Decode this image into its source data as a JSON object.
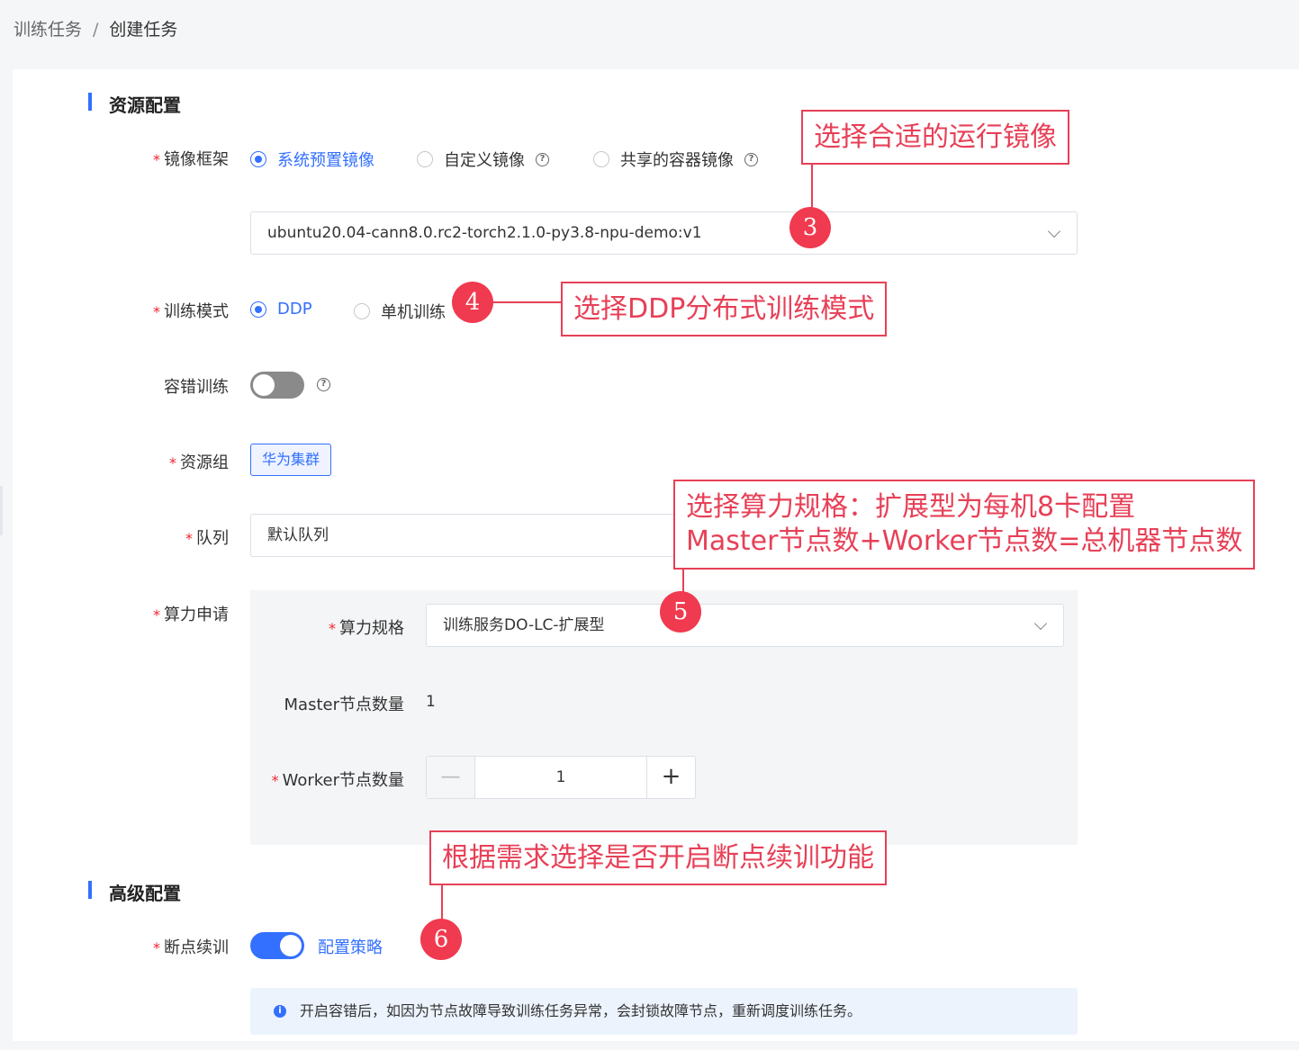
{
  "breadcrumb": {
    "parent": "训练任务",
    "separator": "/",
    "current": "创建任务"
  },
  "sections": {
    "resource": "资源配置",
    "advanced": "高级配置"
  },
  "image_framework": {
    "label": "镜像框架",
    "options": [
      "系统预置镜像",
      "自定义镜像",
      "共享的容器镜像"
    ],
    "selected": "系统预置镜像",
    "image_value": "ubuntu20.04-cann8.0.rc2-torch2.1.0-py3.8-npu-demo:v1"
  },
  "training_mode": {
    "label": "训练模式",
    "options": [
      "DDP",
      "单机训练"
    ],
    "selected": "DDP"
  },
  "fault_tolerance": {
    "label": "容错训练",
    "enabled": false
  },
  "resource_group": {
    "label": "资源组",
    "tag": "华为集群"
  },
  "queue": {
    "label": "队列",
    "value": "默认队列"
  },
  "compute": {
    "label": "算力申请",
    "spec_label": "算力规格",
    "spec_value": "训练服务DO-LC-扩展型",
    "master_label": "Master节点数量",
    "master_value": "1",
    "worker_label": "Worker节点数量",
    "worker_value": "1",
    "minus": "—",
    "plus": "+"
  },
  "checkpoint": {
    "label": "断点续训",
    "enabled": true,
    "link": "配置策略"
  },
  "info": {
    "icon": "i",
    "text": "开启容错后，如因为节点故障导致训练任务异常，会封锁故障节点，重新调度训练任务。"
  },
  "help_icon": "?",
  "annotations": {
    "c3": "选择合适的运行镜像",
    "c4": "选择DDP分布式训练模式",
    "c5_line1": "选择算力规格：扩展型为每机8卡配置",
    "c5_line2": "Master节点数+Worker节点数=总机器节点数",
    "c6": "根据需求选择是否开启断点续训功能",
    "m3": "3",
    "m4": "4",
    "m5": "5",
    "m6": "6"
  },
  "colors": {
    "accent": "#3370ff",
    "annotation": "#e74057",
    "required": "#f5222d"
  }
}
